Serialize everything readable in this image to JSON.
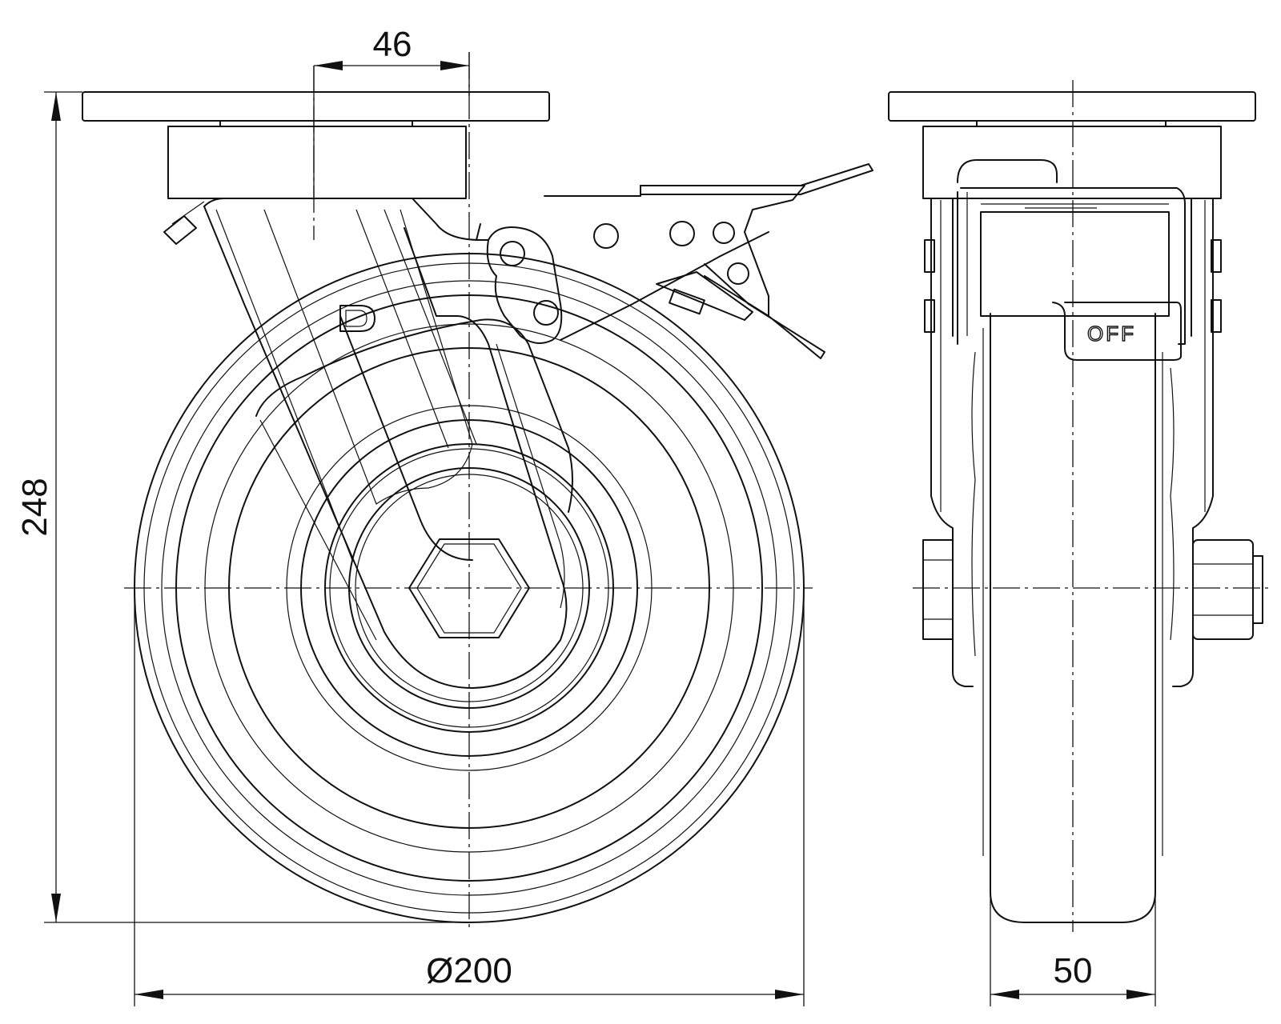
{
  "dimensions": {
    "offset": "46",
    "height": "248",
    "diameter": "Ø200",
    "width": "50"
  },
  "brake_label": "OFF"
}
